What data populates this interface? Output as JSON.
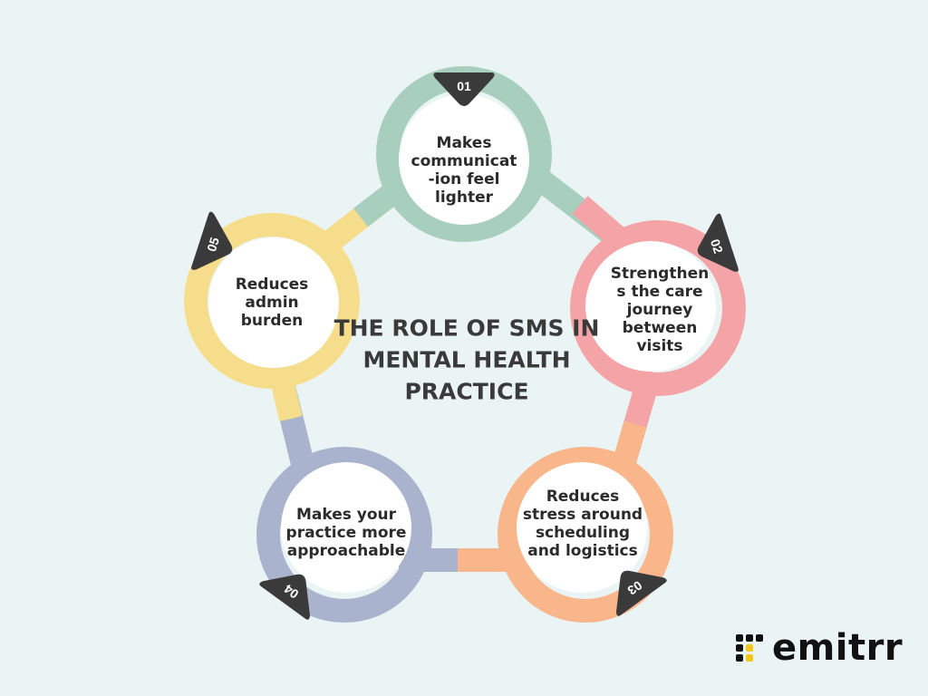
{
  "title_lines": [
    "THE ROLE OF SMS IN",
    "MENTAL HEALTH",
    "PRACTICE"
  ],
  "colors": {
    "background": "#eaf4f5",
    "green": "#a8cfbe",
    "pink": "#f4a3a6",
    "orange": "#f8b68a",
    "blue": "#a9b3cd",
    "yellow": "#f6dd8c",
    "badge": "#3a3a3a",
    "circle": "#ffffff"
  },
  "nodes": [
    {
      "num": "01",
      "lines": [
        "Makes",
        "communicat",
        "-ion feel",
        "lighter"
      ],
      "color": "green"
    },
    {
      "num": "02",
      "lines": [
        "Strengthen",
        "s the care",
        "journey",
        "between",
        "visits"
      ],
      "color": "pink"
    },
    {
      "num": "03",
      "lines": [
        "Reduces",
        "stress around",
        "scheduling",
        "and logistics"
      ],
      "color": "orange"
    },
    {
      "num": "04",
      "lines": [
        "Makes your",
        "practice more",
        "approachable"
      ],
      "color": "blue"
    },
    {
      "num": "05",
      "lines": [
        "Reduces",
        "admin",
        "burden"
      ],
      "color": "yellow"
    }
  ],
  "logo": {
    "wordmark": "emitrr",
    "mark_color": "#f5c518",
    "mark_dark": "#111111"
  }
}
